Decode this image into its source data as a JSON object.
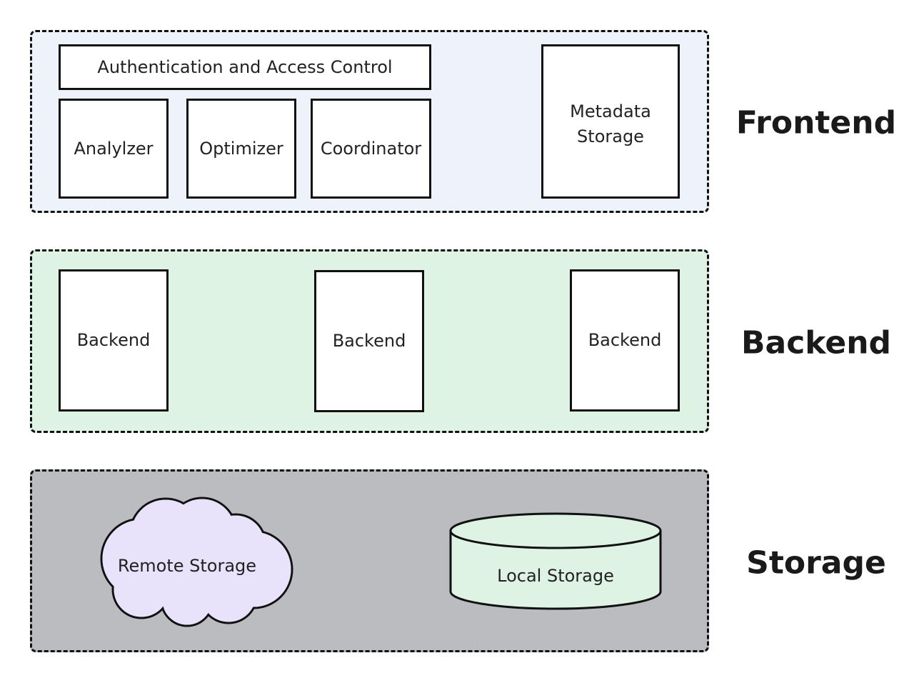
{
  "layers": {
    "frontend": {
      "label": "Frontend",
      "fill": "#eef2fb",
      "components": {
        "auth": "Authentication and Access Control",
        "analyzer": "Analylzer",
        "optimizer": "Optimizer",
        "coordinator": "Coordinator",
        "metadata": "Metadata\nStorage"
      }
    },
    "backend": {
      "label": "Backend",
      "fill": "#dff3e5",
      "nodes": [
        "Backend",
        "Backend",
        "Backend"
      ]
    },
    "storage": {
      "label": "Storage",
      "fill": "#babcc0",
      "remote": {
        "label": "Remote Storage",
        "fill": "#e8e2fb"
      },
      "local": {
        "label": "Local Storage",
        "fill": "#dff3e5"
      }
    }
  }
}
